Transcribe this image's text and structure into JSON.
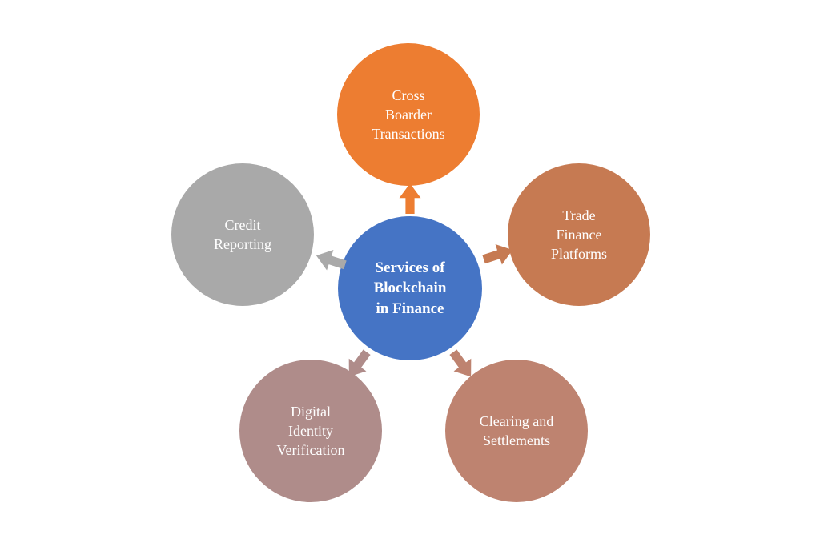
{
  "diagram": {
    "title": "Services of Blockchain in Finance",
    "background_color": "#ffffff",
    "center": {
      "label": "Services of\nBlockchain\nin Finance",
      "color": "#4574C5",
      "text_color": "#ffffff"
    },
    "nodes": [
      {
        "id": "cross-boarder-transactions",
        "label": "Cross\nBoarder\nTransactions",
        "color": "#ED7D31",
        "position": "top"
      },
      {
        "id": "trade-finance-platforms",
        "label": "Trade\nFinance\nPlatforms",
        "color": "#C67A52",
        "position": "top-right"
      },
      {
        "id": "clearing-and-settlements",
        "label": "Clearing and\nSettlements",
        "color": "#BE8370",
        "position": "bottom-right"
      },
      {
        "id": "digital-identity-verification",
        "label": "Digital\nIdentity\nVerification",
        "color": "#AF8C8A",
        "position": "bottom-left"
      },
      {
        "id": "credit-reporting",
        "label": "Credit\nReporting",
        "color": "#A9A9A9",
        "position": "top-left"
      }
    ],
    "arrows": [
      {
        "icon": "arrow-up-icon",
        "direction": "up",
        "color": "#ED7D31"
      },
      {
        "icon": "arrow-right-icon",
        "direction": "right",
        "color": "#C67A52"
      },
      {
        "icon": "arrow-down-right-icon",
        "direction": "down-right",
        "color": "#BE8370"
      },
      {
        "icon": "arrow-down-left-icon",
        "direction": "down-left",
        "color": "#AF8C8A"
      },
      {
        "icon": "arrow-left-icon",
        "direction": "left",
        "color": "#A9A9A9"
      }
    ]
  }
}
